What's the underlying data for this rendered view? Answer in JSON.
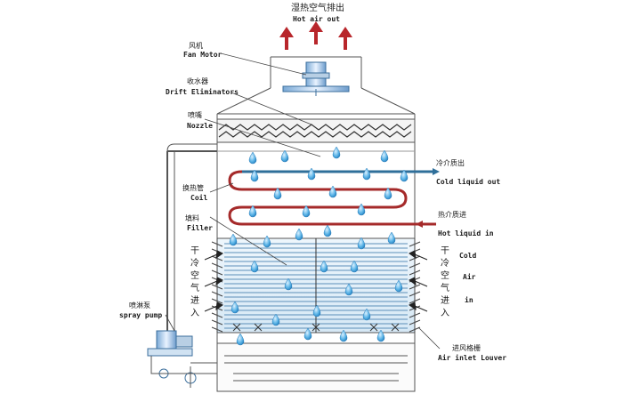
{
  "title": {
    "cn": "湿热空气排出",
    "en": "Hot air out"
  },
  "labels": {
    "fan_motor": {
      "cn": "风机",
      "en": "Fan Motor"
    },
    "drift_eliminators": {
      "cn": "收水器",
      "en": "Drift Eliminators"
    },
    "nozzle": {
      "cn": "喷嘴",
      "en": "Nozzle"
    },
    "coil": {
      "cn": "换热管",
      "en": "Coil"
    },
    "filler": {
      "cn": "填料",
      "en": "Filler"
    },
    "spray_pump": {
      "cn": "喷淋泵",
      "en": "spray pump"
    },
    "cold_liquid_out": {
      "cn": "冷介质出",
      "en": "Cold liquid out"
    },
    "hot_liquid_in": {
      "cn": "热介质进",
      "en": "Hot liquid in"
    },
    "air_inlet_louver": {
      "cn": "进风格栅",
      "en": "Air inlet Louver"
    }
  },
  "cold_air_in": {
    "cn": "干冷空气进入",
    "en_line1": "Cold",
    "en_line2": "Air",
    "en_line3": "in"
  },
  "colors": {
    "arrow_red": "#b8262b",
    "coil_red": "#a52a2a",
    "coil_blue": "#2f6f9a",
    "water_drop": "#4aa3d8",
    "line": "#555555"
  }
}
